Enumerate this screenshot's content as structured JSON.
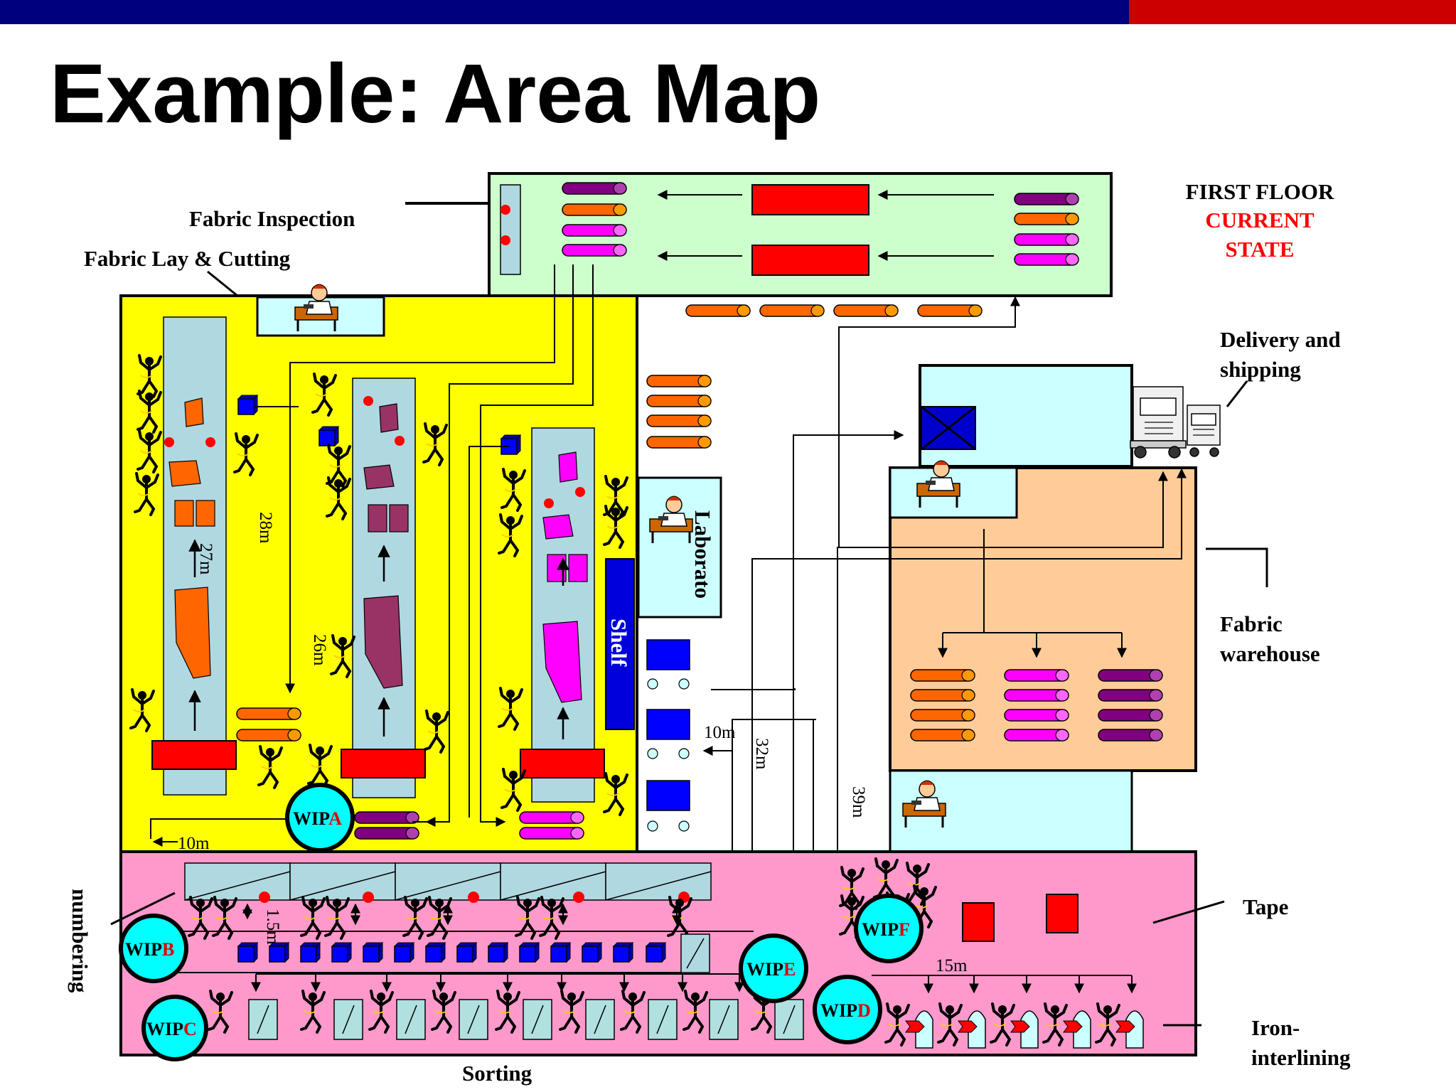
{
  "slide": {
    "title": "Example: Area Map"
  },
  "header_bar": {
    "primary_color": "#00007f",
    "accent_color": "#cc0000"
  },
  "map": {
    "floor_label": "FIRST FLOOR",
    "state_label_1": "CURRENT",
    "state_label_2": "STATE",
    "area_labels": {
      "fabric_inspection": "Fabric Inspection",
      "fabric_lay_cutting": "Fabric Lay & Cutting",
      "delivery_1": "Delivery and",
      "delivery_2": "shipping",
      "fabric_warehouse_1": "Fabric",
      "fabric_warehouse_2": "warehouse",
      "tape": "Tape",
      "iron_1": "Iron-",
      "iron_2": "interlining",
      "sorting": "Sorting",
      "numbering": "numbering",
      "laboratory": "Laborato",
      "shelf": "Shelf"
    },
    "distances": {
      "d28": "28m",
      "d27": "27m",
      "d26": "26m",
      "d10_lab": "10m",
      "d32": "32m",
      "d39": "39m",
      "d10_left": "10m",
      "d15": "15m",
      "d1_5": "1.5m"
    },
    "wip_points": [
      {
        "prefix": "WIP",
        "letter": "A"
      },
      {
        "prefix": "WIP",
        "letter": "B"
      },
      {
        "prefix": "WIP",
        "letter": "C"
      },
      {
        "prefix": "WIP",
        "letter": "D"
      },
      {
        "prefix": "WIP",
        "letter": "E"
      },
      {
        "prefix": "WIP",
        "letter": "F"
      }
    ],
    "colors": {
      "cutting_area": "#ffff00",
      "inspection_area": "#ccffcc",
      "sewing_area": "#ff99cc",
      "warehouse": "#ffcc99",
      "room": "#ccffff",
      "table": "#ff0000",
      "roll_orange": "#ff6600",
      "roll_magenta": "#ff00ff",
      "roll_purple": "#800080",
      "bundle_blue": "#0000ff",
      "wip_circle": "#00ffff"
    }
  }
}
